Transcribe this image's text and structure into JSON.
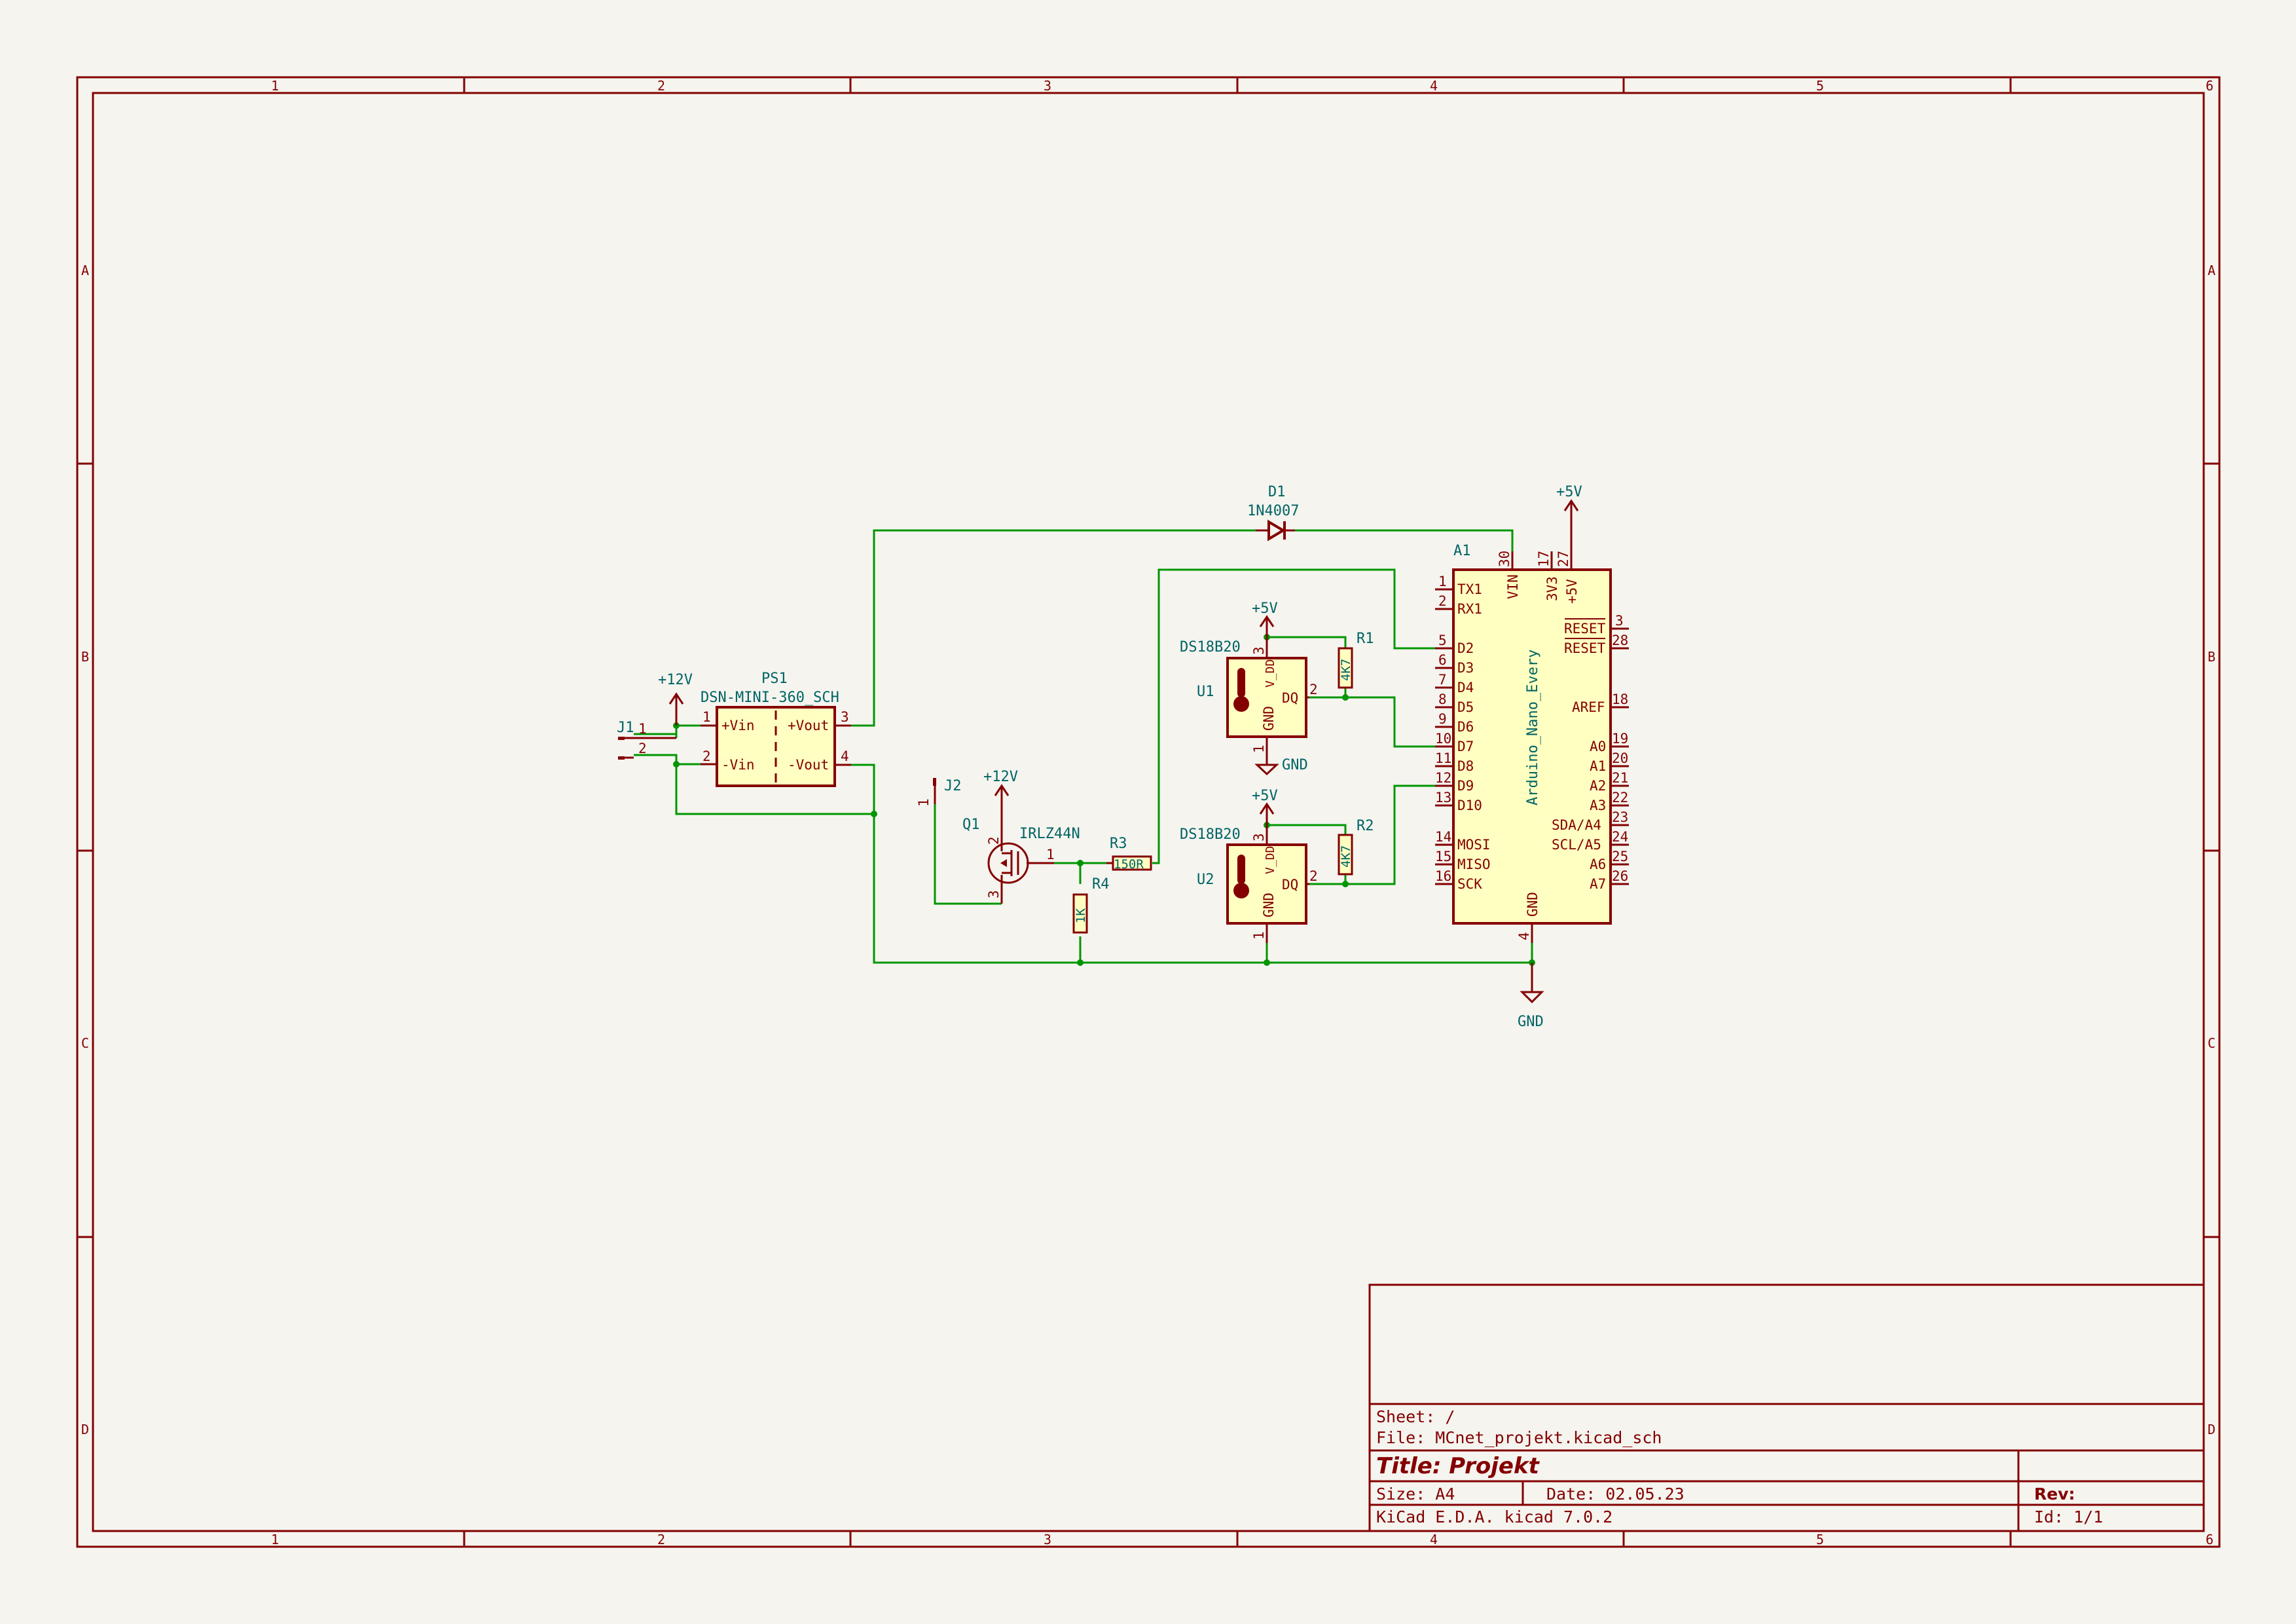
{
  "title_block": {
    "sheet": "Sheet: /",
    "file": "File: MCnet_projekt.kicad_sch",
    "title": "Title: Projekt",
    "size": "Size: A4",
    "date": "Date: 02.05.23",
    "rev": "Rev:",
    "tool": "KiCad E.D.A.  kicad 7.0.2",
    "id": "Id: 1/1"
  },
  "zones": {
    "columns": [
      "1",
      "2",
      "3",
      "4",
      "5",
      "6"
    ],
    "rows": [
      "A",
      "B",
      "C",
      "D"
    ]
  },
  "components": {
    "j1": {
      "ref": "J1",
      "pins": [
        "1",
        "2"
      ]
    },
    "j2": {
      "ref": "J2",
      "pin": "1"
    },
    "ps1": {
      "ref": "PS1",
      "value": "DSN-MINI-360_SCH",
      "pins": [
        "1",
        "2",
        "3",
        "4"
      ],
      "pin_names": [
        "+Vin",
        "-Vin",
        "+Vout",
        "-Vout"
      ]
    },
    "d1": {
      "ref": "D1",
      "value": "1N4007"
    },
    "q1": {
      "ref": "Q1",
      "value": "IRLZ44N",
      "pins": [
        "1",
        "2",
        "3"
      ]
    },
    "r1": {
      "ref": "R1",
      "value": "4K7"
    },
    "r2": {
      "ref": "R2",
      "value": "4K7"
    },
    "r3": {
      "ref": "R3",
      "value": "150R"
    },
    "r4": {
      "ref": "R4",
      "value": "1K"
    },
    "u1": {
      "ref": "U1",
      "value": "DS18B20",
      "pin_names": [
        "V_DD",
        "DQ",
        "GND"
      ],
      "pins": [
        "3",
        "2",
        "1"
      ]
    },
    "u2": {
      "ref": "U2",
      "value": "DS18B20",
      "pin_names": [
        "V_DD",
        "DQ",
        "GND"
      ],
      "pins": [
        "3",
        "2",
        "1"
      ]
    },
    "a1": {
      "ref": "A1",
      "value": "Arduino_Nano_Every",
      "left_pins": [
        {
          "num": "1",
          "name": "TX1"
        },
        {
          "num": "2",
          "name": "RX1"
        },
        {
          "num": "5",
          "name": "D2"
        },
        {
          "num": "6",
          "name": "D3"
        },
        {
          "num": "7",
          "name": "D4"
        },
        {
          "num": "8",
          "name": "D5"
        },
        {
          "num": "9",
          "name": "D6"
        },
        {
          "num": "10",
          "name": "D7"
        },
        {
          "num": "11",
          "name": "D8"
        },
        {
          "num": "12",
          "name": "D9"
        },
        {
          "num": "13",
          "name": "D10"
        },
        {
          "num": "14",
          "name": "MOSI"
        },
        {
          "num": "15",
          "name": "MISO"
        },
        {
          "num": "16",
          "name": "SCK"
        }
      ],
      "right_pins": [
        {
          "num": "3",
          "name": "RESET"
        },
        {
          "num": "28",
          "name": "RESET"
        },
        {
          "num": "18",
          "name": "AREF"
        },
        {
          "num": "19",
          "name": "A0"
        },
        {
          "num": "20",
          "name": "A1"
        },
        {
          "num": "21",
          "name": "A2"
        },
        {
          "num": "22",
          "name": "A3"
        },
        {
          "num": "23",
          "name": "SDA/A4"
        },
        {
          "num": "24",
          "name": "SCL/A5"
        },
        {
          "num": "25",
          "name": "A6"
        },
        {
          "num": "26",
          "name": "A7"
        }
      ],
      "top_pins": [
        {
          "num": "30",
          "name": "VIN"
        },
        {
          "num": "17",
          "name": "3V3"
        },
        {
          "num": "27",
          "name": "+5V"
        }
      ],
      "bottom_pins": [
        {
          "num": "4",
          "name": "GND"
        }
      ]
    }
  },
  "power": {
    "p12v_a": "+12V",
    "p12v_b": "+12V",
    "p5v_a": "+5V",
    "p5v_b": "+5V",
    "p5v_c": "+5V",
    "gnd_a": "GND",
    "gnd_b": "GND"
  },
  "colors": {
    "border": "#840000",
    "wire": "#009600",
    "text": "#006464",
    "body_fill": "#ffffc2",
    "background": "#f5f4ef"
  }
}
